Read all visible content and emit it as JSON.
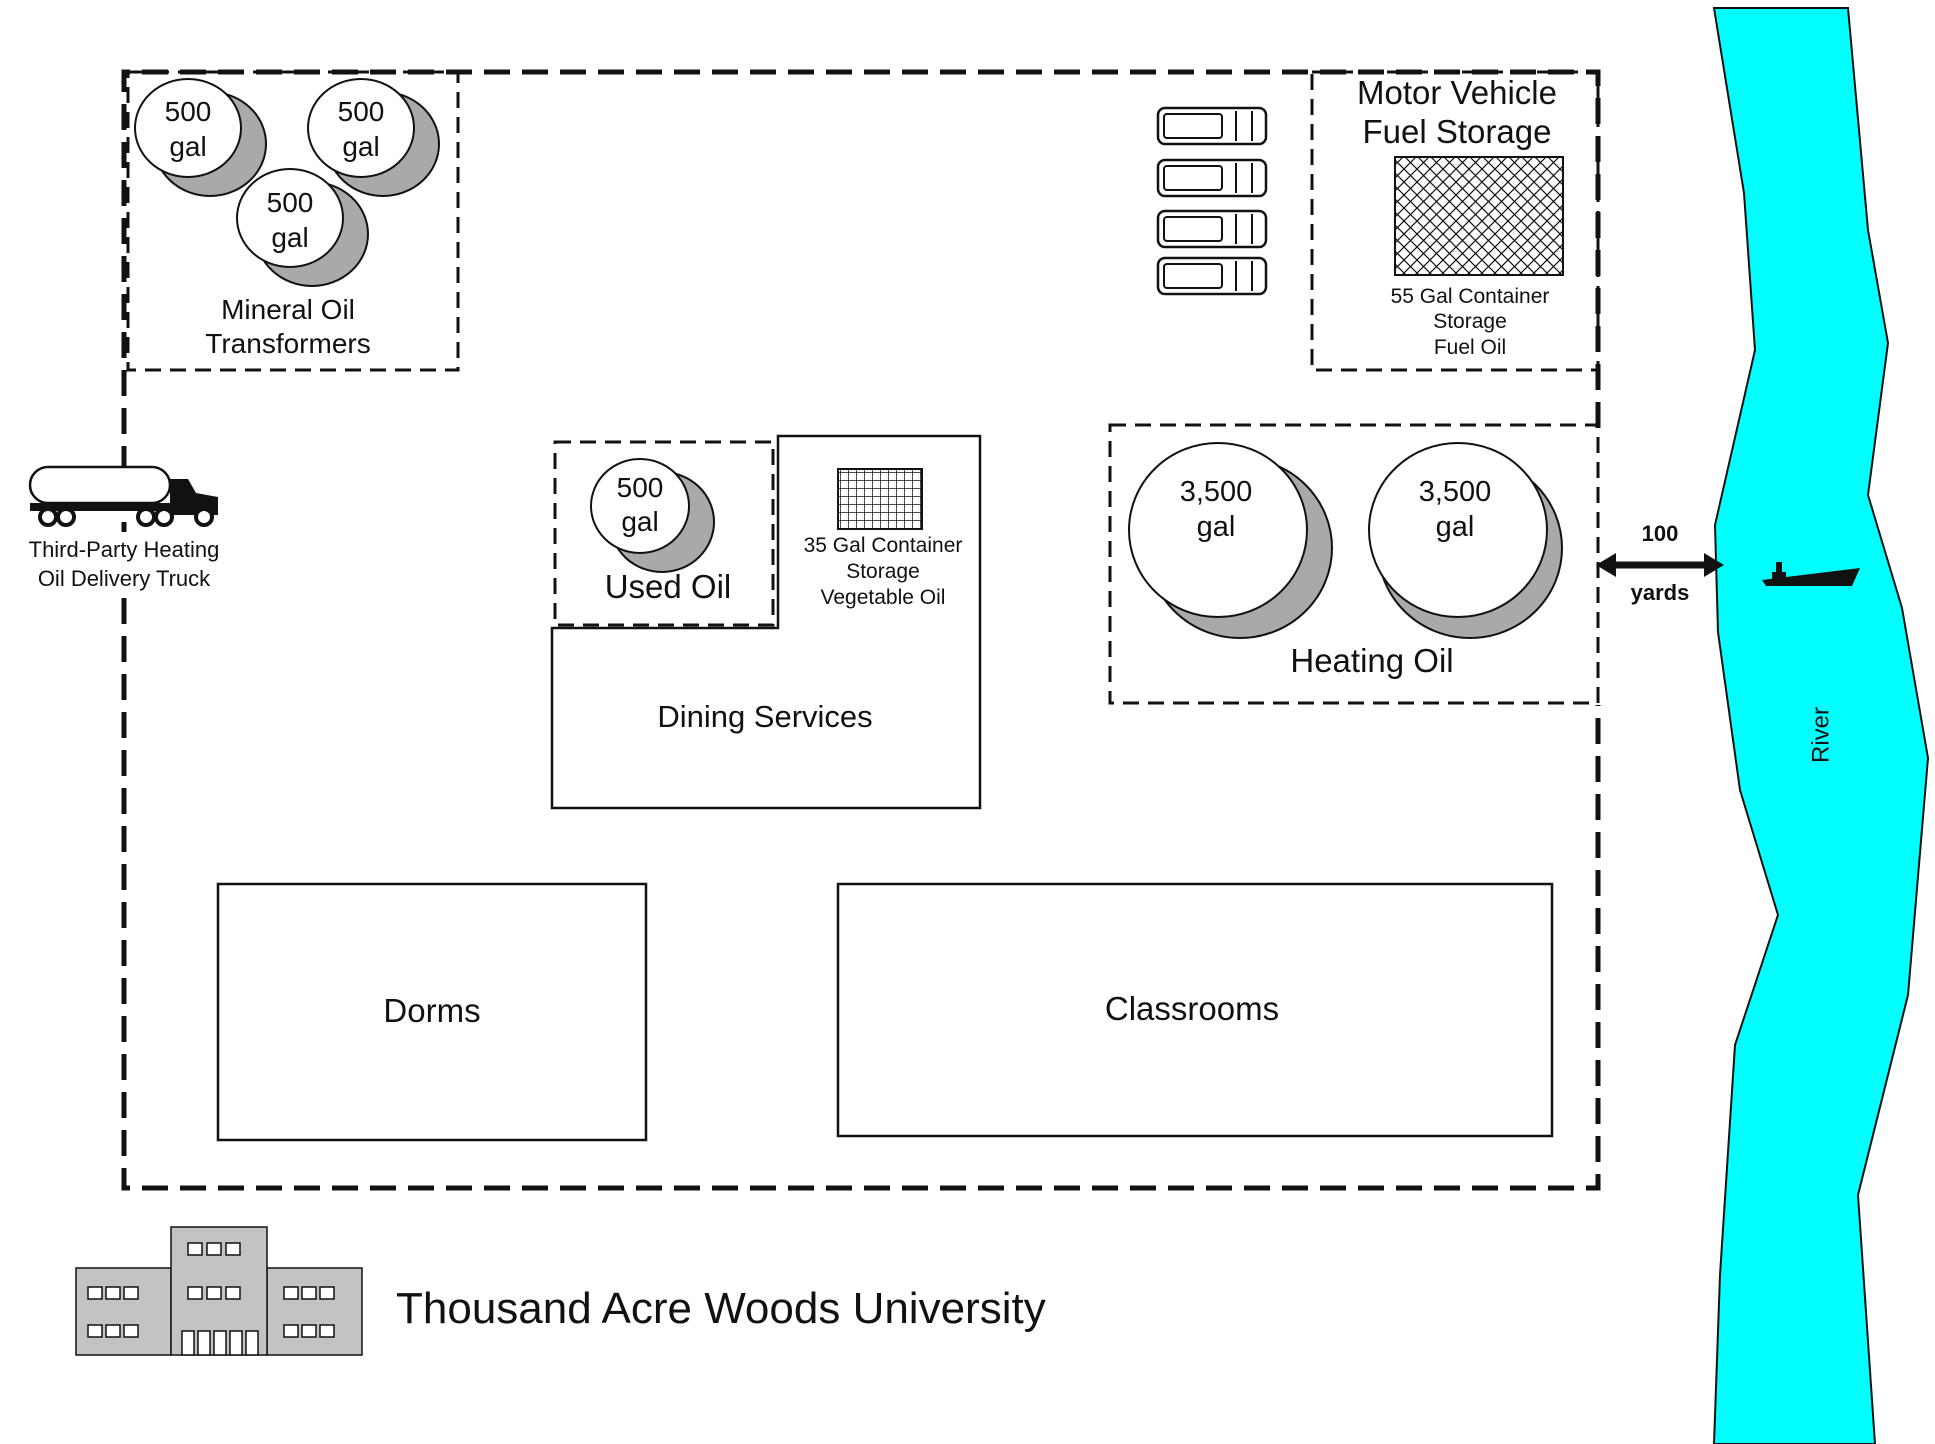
{
  "colors": {
    "river": "#00ffff",
    "tank_shadow": "#a9a9a9",
    "building_icon": "#c3c3c3",
    "outline": "#111111"
  },
  "title": "Thousand Acre Woods University",
  "mineral_oil": {
    "label_line1": "Mineral Oil",
    "label_line2": "Transformers",
    "tanks": [
      {
        "line1": "500",
        "line2": "gal"
      },
      {
        "line1": "500",
        "line2": "gal"
      },
      {
        "line1": "500",
        "line2": "gal"
      }
    ]
  },
  "motor_vehicle": {
    "title_line1": "Motor Vehicle",
    "title_line2": "Fuel Storage",
    "container_line1": "55 Gal Container",
    "container_line2": "Storage",
    "container_line3": "Fuel Oil",
    "vehicle_icons": [
      "car-icon",
      "car-icon",
      "car-icon",
      "car-icon"
    ]
  },
  "truck": {
    "icon": "tanker-truck-icon",
    "label_line1": "Third-Party Heating",
    "label_line2": "Oil Delivery Truck"
  },
  "used_oil": {
    "label": "Used Oil",
    "tank": {
      "line1": "500",
      "line2": "gal"
    }
  },
  "vegetable_oil": {
    "line1": "35 Gal Container",
    "line2": "Storage",
    "line3": "Vegetable Oil"
  },
  "dining": {
    "label": "Dining Services"
  },
  "heating_oil": {
    "label": "Heating Oil",
    "tanks": [
      {
        "line1": "3,500",
        "line2": "gal"
      },
      {
        "line1": "3,500",
        "line2": "gal"
      }
    ]
  },
  "distance": {
    "value": "100",
    "unit": "yards"
  },
  "river": {
    "label": "River",
    "icon": "ship-icon"
  },
  "dorms": {
    "label": "Dorms"
  },
  "classrooms": {
    "label": "Classrooms"
  },
  "university_icon": "university-building-icon"
}
